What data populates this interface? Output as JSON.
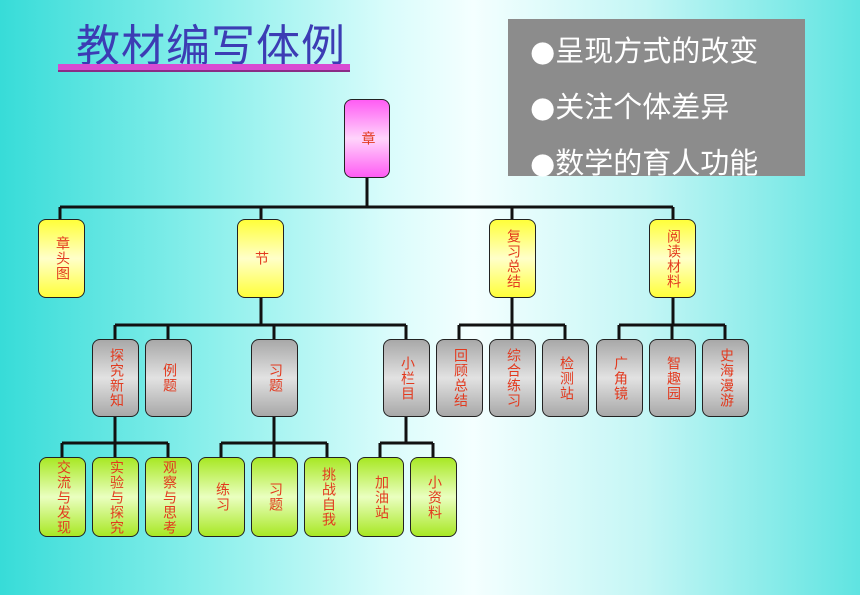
{
  "title": "教材编写体例",
  "panel": {
    "items": [
      "●呈现方式的改变",
      "●关注个体差异",
      "●数学的育人功能"
    ]
  },
  "tree": {
    "root": "章",
    "level1": [
      "章头图",
      "节",
      "复习总结",
      "阅读材料"
    ],
    "level2": [
      "探究新知",
      "例题",
      "习题",
      "小栏目",
      "回顾总结",
      "综合练习",
      "检测站",
      "广角镜",
      "智趣园",
      "史海漫游"
    ],
    "level3": [
      "交流与发现",
      "实验与探究",
      "观察与思考",
      "练习",
      "习题",
      "挑战自我",
      "加油站",
      "小资料"
    ]
  },
  "colors": {
    "title": "#3c3cb4",
    "title_underline": "#d84bd2",
    "node_text": "#e23a1f",
    "root_fill": "#ff5cf4",
    "level1_fill": "#ffff3a",
    "level2_fill": "#a8a8a8",
    "level3_fill": "#a8e824",
    "panel_fill": "#8c8c8c"
  }
}
